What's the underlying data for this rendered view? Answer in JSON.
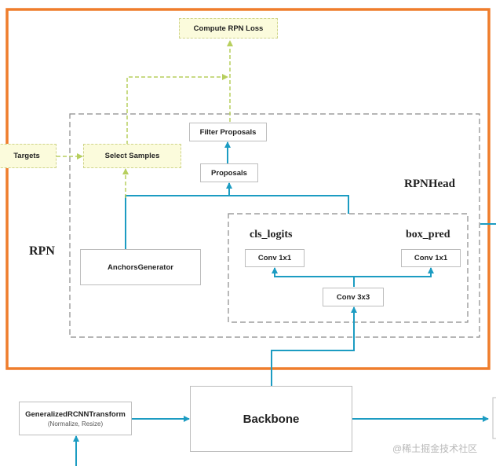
{
  "diagram": {
    "regions": {
      "rpn_label": "RPN",
      "rpnhead_label": "RPNHead",
      "cls_logits_label": "cls_logits",
      "box_pred_label": "box_pred"
    },
    "nodes": {
      "compute_rpn_loss": "Compute RPN Loss",
      "targets": "Targets",
      "select_samples": "Select Samples",
      "filter_proposals": "Filter Proposals",
      "proposals": "Proposals",
      "anchors_generator": "AnchorsGenerator",
      "conv_cls": "Conv 1x1",
      "conv_box": "Conv 1x1",
      "conv_3x3": "Conv 3x3",
      "transform_title": "GeneralizedRCNNTransform",
      "transform_subtitle": "(Normalize, Resize)",
      "backbone": "Backbone"
    },
    "watermark": "@稀土掘金技术社区"
  },
  "colors": {
    "outer_border": "#ef7d2c",
    "dashed_region": "#8a8a8a",
    "flow_blue": "#1c9cc2",
    "flow_green_dashed": "#b7cf5e",
    "yellow_fill": "#fbfbdc"
  }
}
